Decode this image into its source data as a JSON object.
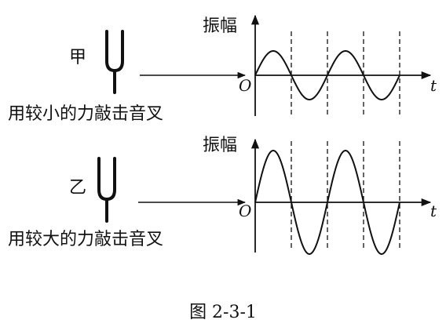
{
  "caption": "图 2-3-1",
  "panels": [
    {
      "id": "jia",
      "fork_label": "甲",
      "description": "用较小的力敲击音叉",
      "y_axis_label": "振幅",
      "origin_label": "O",
      "t_axis_label": "t",
      "amplitude": "small"
    },
    {
      "id": "yi",
      "fork_label": "乙",
      "description": "用较大的力敲击音叉",
      "y_axis_label": "振幅",
      "origin_label": "O",
      "t_axis_label": "t",
      "amplitude": "large"
    }
  ],
  "wave": {
    "periods_shown": 2,
    "same_frequency": true
  },
  "colors": {
    "ink": "#111111",
    "background": "#ffffff"
  }
}
